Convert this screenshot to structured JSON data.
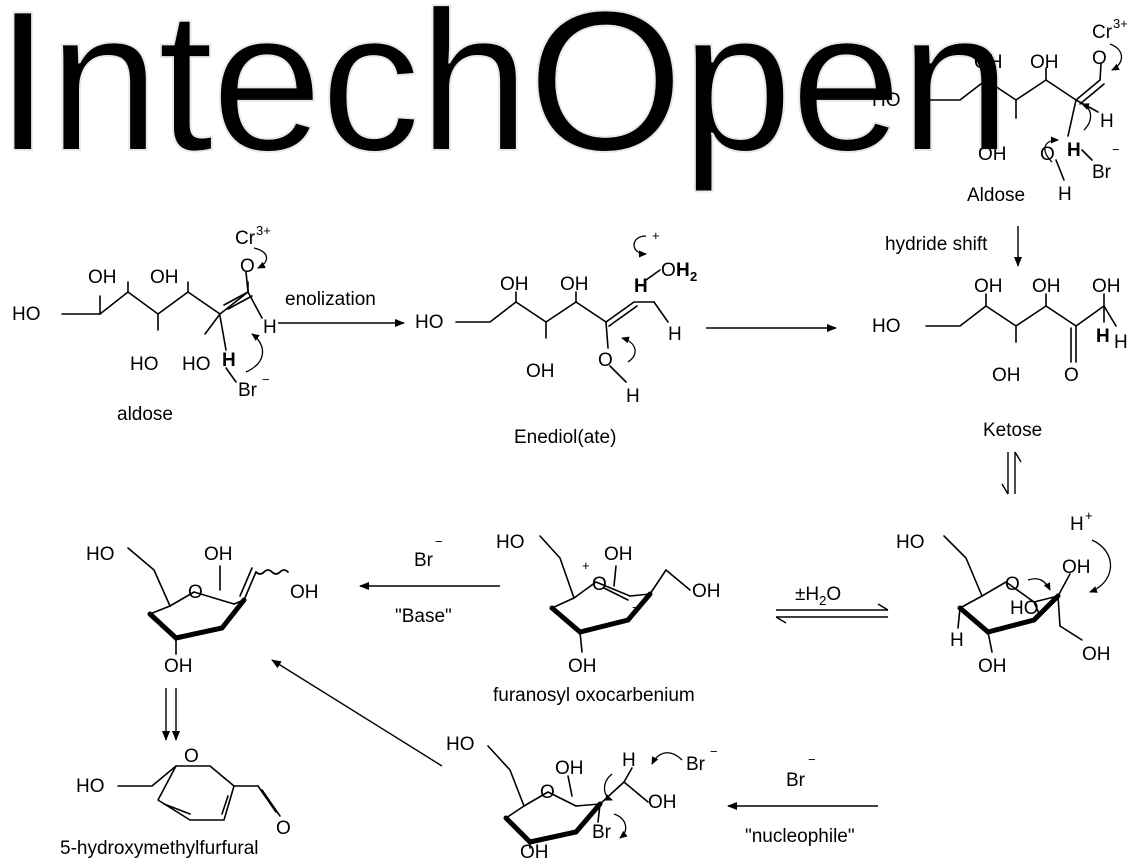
{
  "watermark": "IntechOpen",
  "captions": {
    "aldose_left": "aldose",
    "enediol": "Enediol(ate)",
    "ketose": "Ketose",
    "aldose_right": "Aldose",
    "furanosyl": "furanosyl oxocarbenium",
    "hmf": "5-hydroxymethylfurfural"
  },
  "arrow_labels": {
    "enolization": "enolization",
    "hydride_shift": "hydride shift",
    "water": "±H",
    "water_sub": "2",
    "water_end": "O",
    "base_reagent": "Br",
    "base": "\"Base\"",
    "nuc_reagent": "Br",
    "nucleophile": "\"nucleophile\""
  },
  "atoms": {
    "OH": "OH",
    "HO": "HO",
    "H": "H",
    "O": "O",
    "Br": "Br",
    "Cr": "Cr",
    "Cr_charge": "3+",
    "minus": "−",
    "plus": "+",
    "OH2_O": "O",
    "OH2_H": "H",
    "OH2_sub": "2"
  },
  "colors": {
    "ink": "#000000",
    "watermark": "#e9e9e9"
  }
}
